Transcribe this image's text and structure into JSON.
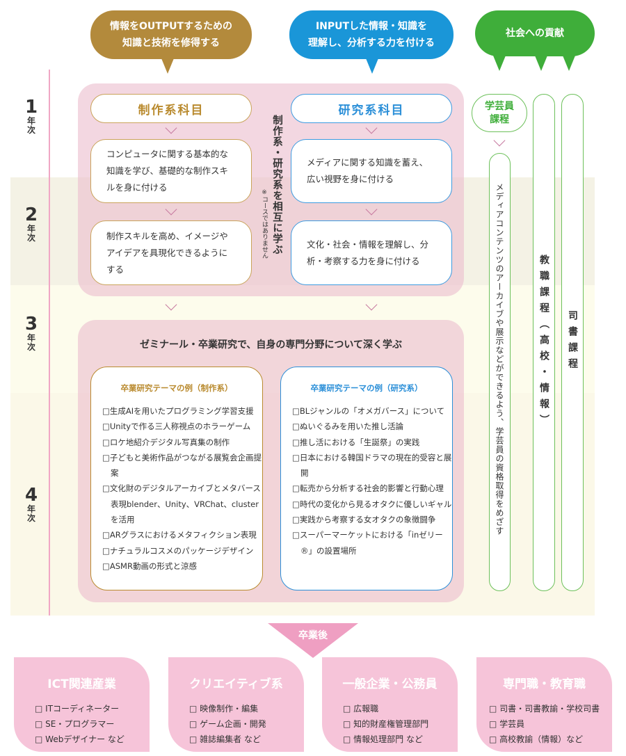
{
  "bubbles": {
    "output": [
      "情報をOUTPUTするための",
      "知識と技術を修得する"
    ],
    "input": [
      "INPUTした情報・知識を",
      "理解し、分析する力を付ける"
    ],
    "society": "社会への貢献"
  },
  "years": [
    {
      "n": "1",
      "t": "年次"
    },
    {
      "n": "2",
      "t": "年次"
    },
    {
      "n": "3",
      "t": "年次"
    },
    {
      "n": "4",
      "t": "年次"
    }
  ],
  "production": {
    "title": "制作系科目",
    "box1": "コンピュータに関する基本的な知識を学び、基礎的な制作スキルを身に付ける",
    "box2": "制作スキルを高め、イメージやアイデアを具現化できるようにする"
  },
  "research": {
    "title": "研究系科目",
    "box1": "メディアに関する知識を蓄え、広い視野を身に付ける",
    "box2": "文化・社会・情報を理解し、分析・考察する力を身に付ける"
  },
  "mutual": {
    "text": "制作系・研究系を相互に学ぶ",
    "note": "※コースではありません"
  },
  "seminar": {
    "title": "ゼミナール・卒業研究で、自身の専門分野について深く学ぶ",
    "production_title": "卒業研究テーマの例（制作系）",
    "production_items": [
      "□生成AIを用いたプログラミング学習支援",
      "□Unityで作る三人称視点のホラーゲーム",
      "□ロケ地紹介デジタル写真集の制作",
      "□子どもと美術作品がつながる展覧会企画提案",
      "□文化財のデジタルアーカイブとメタバース表現blender、Unity、VRChat、clusterを活用",
      "□ARグラスにおけるメタフィクション表現",
      "□ナチュラルコスメのパッケージデザイン",
      "□ASMR動画の形式と涼感"
    ],
    "research_title": "卒業研究テーマの例（研究系）",
    "research_items": [
      "□BLジャンルの「オメガバース」について",
      "□ぬいぐるみを用いた推し活論",
      "□推し活における「生誕祭」の実践",
      "□日本における韓国ドラマの現在的受容と展開",
      "□転売から分析する社会的影響と行動心理",
      "□時代の変化から見るオタクに優しいギャル",
      "□実践から考察する女オタクの象徴闘争",
      "□スーパーマーケットにおける「inゼリー®」の設置場所"
    ]
  },
  "courses": {
    "curator_title": "学芸員課程",
    "curator_desc": "メディアコンテンツのアーカイブや展示などができるよう、学芸員の資格取得をめざす",
    "teacher": "教職課程（高校・情報）",
    "librarian": "司書課程"
  },
  "after": {
    "label": "卒業後",
    "careers": [
      {
        "title": "ICT関連産業",
        "items": [
          "□ ITコーディネーター",
          "□ SE・プログラマー",
          "□ Webデザイナー など"
        ]
      },
      {
        "title": "クリエイティブ系",
        "items": [
          "□ 映像制作・編集",
          "□ ゲーム企画・開発",
          "□ 雑誌編集者 など"
        ]
      },
      {
        "title": "一般企業・公務員",
        "items": [
          "□ 広報職",
          "□ 知的財産権管理部門",
          "□ 情報処理部門 など"
        ]
      },
      {
        "title": "専門職・教育職",
        "items": [
          "□ 司書・司書教諭・学校司書",
          "□ 学芸員",
          "□ 高校教諭（情報）など"
        ]
      }
    ]
  },
  "colors": {
    "brown": "#b38a3c",
    "blue": "#1a96d8",
    "green": "#3fae3a",
    "pink": "#f6c4d9"
  }
}
